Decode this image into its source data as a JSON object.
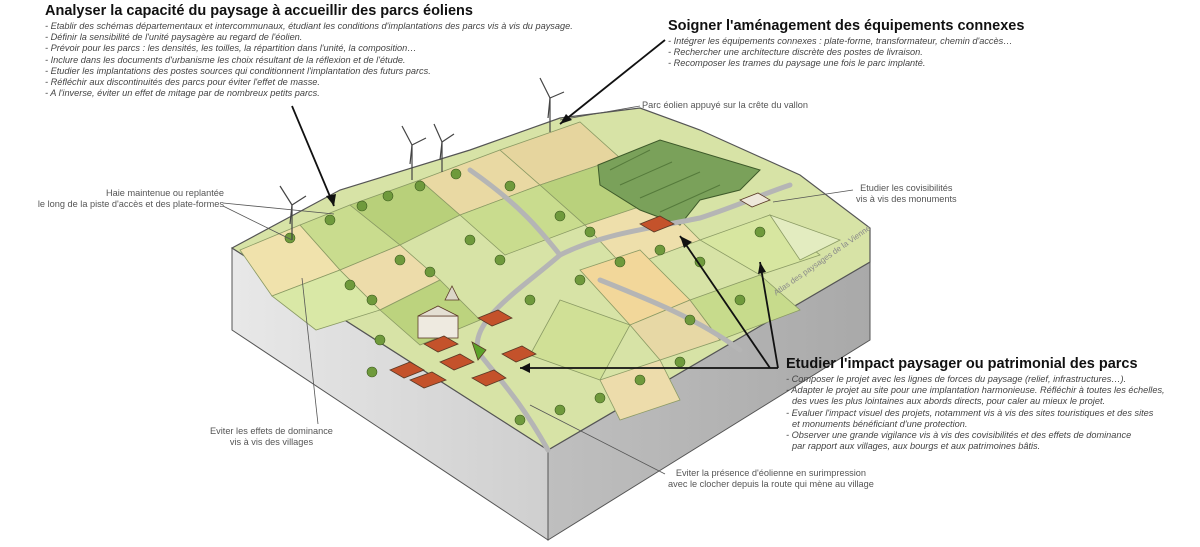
{
  "blocks": {
    "analyze": {
      "title": "Analyser la capacité du paysage à accueillir des parcs éoliens",
      "items": [
        "- Etablir des schémas départementaux et intercommunaux, étudiant les conditions d'implantations des parcs vis à vis du paysage.",
        "- Définir la sensibilité de l'unité paysagère au regard de l'éolien.",
        "- Prévoir pour les parcs : les densités, les toilles, la répartition dans l'unité, la composition…",
        "- Inclure dans les documents d'urbanisme les choix résultant de la réflexion et de l'étude.",
        "- Etudier les implantations des postes sources qui conditionnent l'implantation des futurs parcs.",
        "- Réfléchir aux discontinuités des parcs pour éviter l'effet de masse.",
        "- A l'inverse, éviter un effet de mitage par de nombreux petits parcs."
      ]
    },
    "equip": {
      "title": "Soigner l'aménagement des équipements connexes",
      "items": [
        "- Intégrer les équipements connexes : plate-forme, transformateur, chemin d'accès…",
        "- Rechercher une architecture discrète des postes de livraison.",
        "- Recomposer les trames du paysage une fois le parc implanté."
      ]
    },
    "impact": {
      "title": "Etudier l'impact paysager ou patrimonial des parcs",
      "items": [
        "- Composer le projet avec les lignes de forces du paysage (relief, infrastructures…).",
        "- Adapter le projet au site pour une implantation harmonieuse. Réfléchir à toutes les échelles,",
        "  des vues les plus lointaines aux abords directs, pour caler au mieux le projet.",
        "- Evaluer l'impact visuel des projets, notamment vis à vis des sites touristiques et des sites",
        "  et monuments bénéficiant d'une protection.",
        "- Observer une grande vigilance vis à vis des covisibilités et des effets de dominance",
        "  par rapport aux villages, aux bourgs et aux patrimoines bâtis."
      ]
    }
  },
  "notes": {
    "ridge": [
      "Parc éolien appuyé sur la crête du vallon"
    ],
    "hedge": [
      "Haie maintenue ou replantée",
      "le long de la piste d'accès et des plate-formes"
    ],
    "covis": [
      "Etudier les covisibilités",
      "vis à vis des monuments"
    ],
    "dominance": [
      "Eviter les effets de dominance",
      "vis à vis des villages"
    ],
    "overprint": [
      "Eviter la présence d'éolienne en surimpression",
      "avec le clocher depuis la route qui mène au village"
    ]
  },
  "credit": "Atlas des paysages de la Vienne",
  "colors": {
    "field_green": "#c9dc8e",
    "field_yellow": "#f0e2ac",
    "forest": "#7aa15a",
    "side": "#dcdcdc",
    "roof": "#c4522b"
  }
}
